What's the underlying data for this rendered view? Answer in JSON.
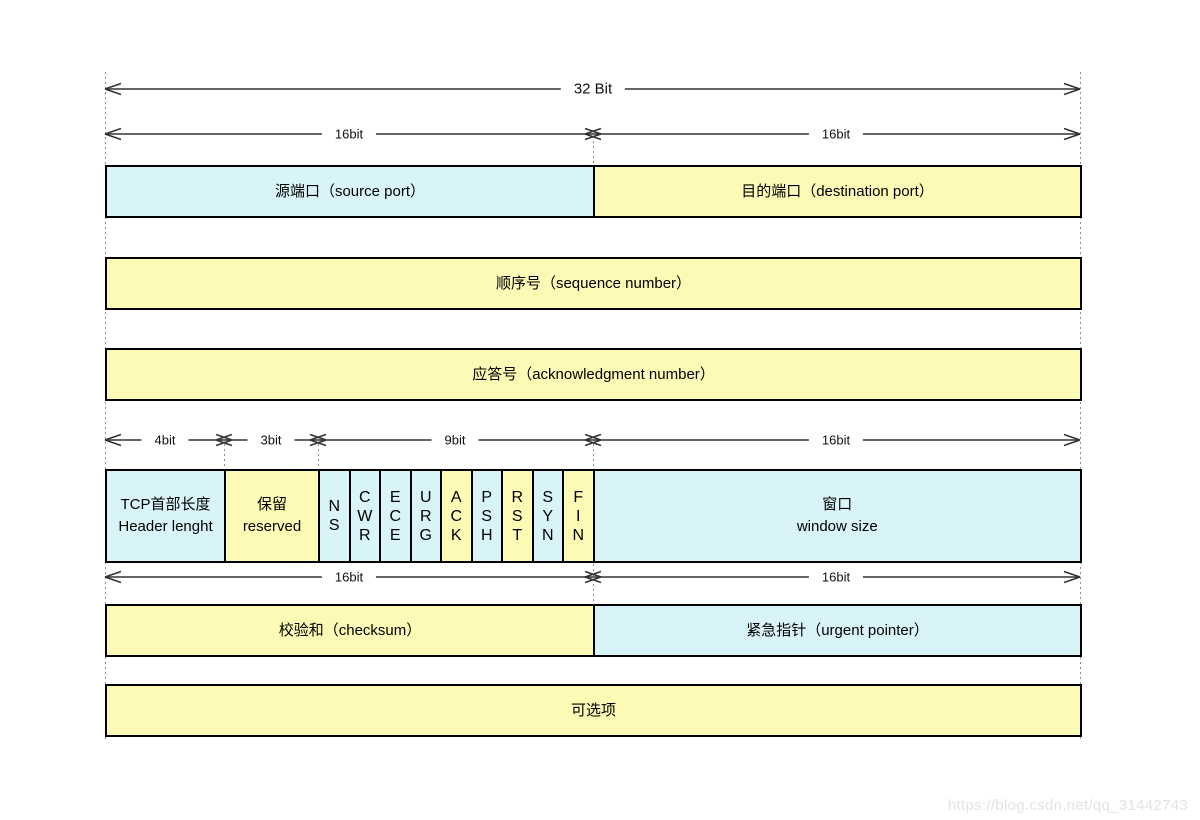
{
  "diagram": {
    "title_bits": "32 Bit",
    "measure_labels": {
      "top_left": "16bit",
      "top_right": "16bit",
      "mid_4bit": "4bit",
      "mid_3bit": "3bit",
      "mid_9bit": "9bit",
      "mid_16bit": "16bit",
      "bottom_left": "16bit",
      "bottom_right": "16bit"
    },
    "rows": {
      "source_port": "源端口（source port）",
      "destination_port": "目的端口（destination port）",
      "sequence_number": "顺序号（sequence number）",
      "acknowledgment_number": "应答号（acknowledgment number）",
      "header_length_zh": "TCP首部长度",
      "header_length_en": "Header lenght",
      "reserved_zh": "保留",
      "reserved_en": "reserved",
      "flags": [
        {
          "label": "NS",
          "color": "cyan"
        },
        {
          "label": "CWR",
          "color": "cyan"
        },
        {
          "label": "ECE",
          "color": "cyan"
        },
        {
          "label": "URG",
          "color": "cyan"
        },
        {
          "label": "ACK",
          "color": "yellow"
        },
        {
          "label": "PSH",
          "color": "cyan"
        },
        {
          "label": "RST",
          "color": "yellow"
        },
        {
          "label": "SYN",
          "color": "cyan"
        },
        {
          "label": "FIN",
          "color": "yellow"
        }
      ],
      "window_zh": "窗口",
      "window_en": "window size",
      "checksum": "校验和（checksum）",
      "urgent_pointer": "紧急指针（urgent pointer）",
      "options": "可选项"
    },
    "colors": {
      "cyan": "#D9F4F8",
      "yellow": "#FCFAB4",
      "border": "#000000",
      "arrow": "#333333",
      "dash": "#8F8F8F"
    },
    "watermark": "https://blog.csdn.net/qq_31442743"
  }
}
